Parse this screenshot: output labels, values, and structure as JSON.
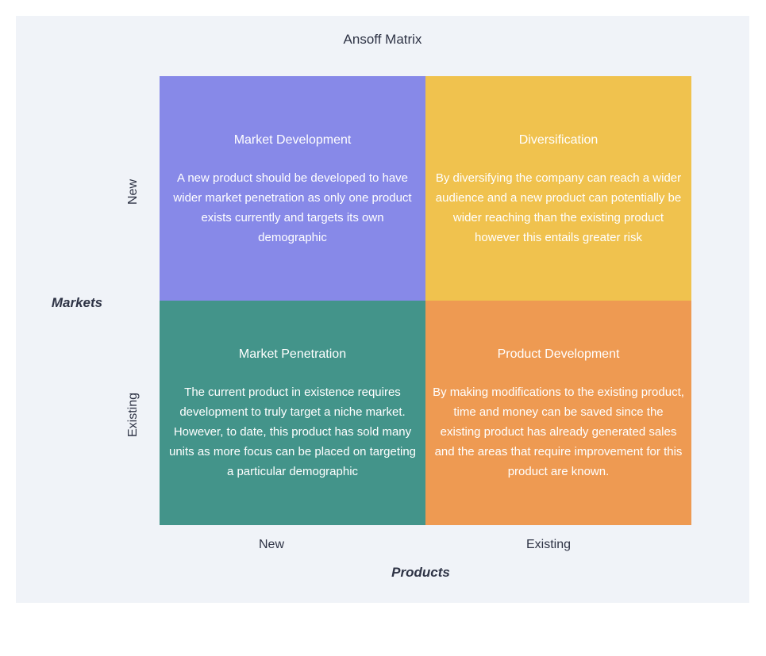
{
  "title": "Ansoff Matrix",
  "colors": {
    "panel_bg": "#f0f3f8",
    "text_dark": "#2e3345",
    "quadrant_text": "#ffffff",
    "top_left": "#8789e8",
    "top_right": "#f0c24e",
    "bottom_left": "#43948a",
    "bottom_right": "#ee9a52"
  },
  "y_axis": {
    "label": "Markets",
    "top_tick": "New",
    "bottom_tick": "Existing"
  },
  "x_axis": {
    "label": "Products",
    "left_tick": "New",
    "right_tick": "Existing"
  },
  "quadrants": {
    "top_left": {
      "name": "Market Development",
      "text": "A new product should be developed to have wider market penetration as only one product exists currently and targets its own demographic"
    },
    "top_right": {
      "name": "Diversification",
      "text": "By diversifying the company can reach a wider audience and a new product can potentially be wider reaching than the existing product however this entails greater risk"
    },
    "bottom_left": {
      "name": "Market Penetration",
      "text": "The current product in existence requires development to truly target a niche market. However, to date, this product has sold many units as more focus can be placed on targeting a particular demographic"
    },
    "bottom_right": {
      "name": "Product Development",
      "text": "By making modifications to the existing product, time and money can be saved since the existing product has already generated sales and the areas that require improvement for this product are known."
    }
  }
}
